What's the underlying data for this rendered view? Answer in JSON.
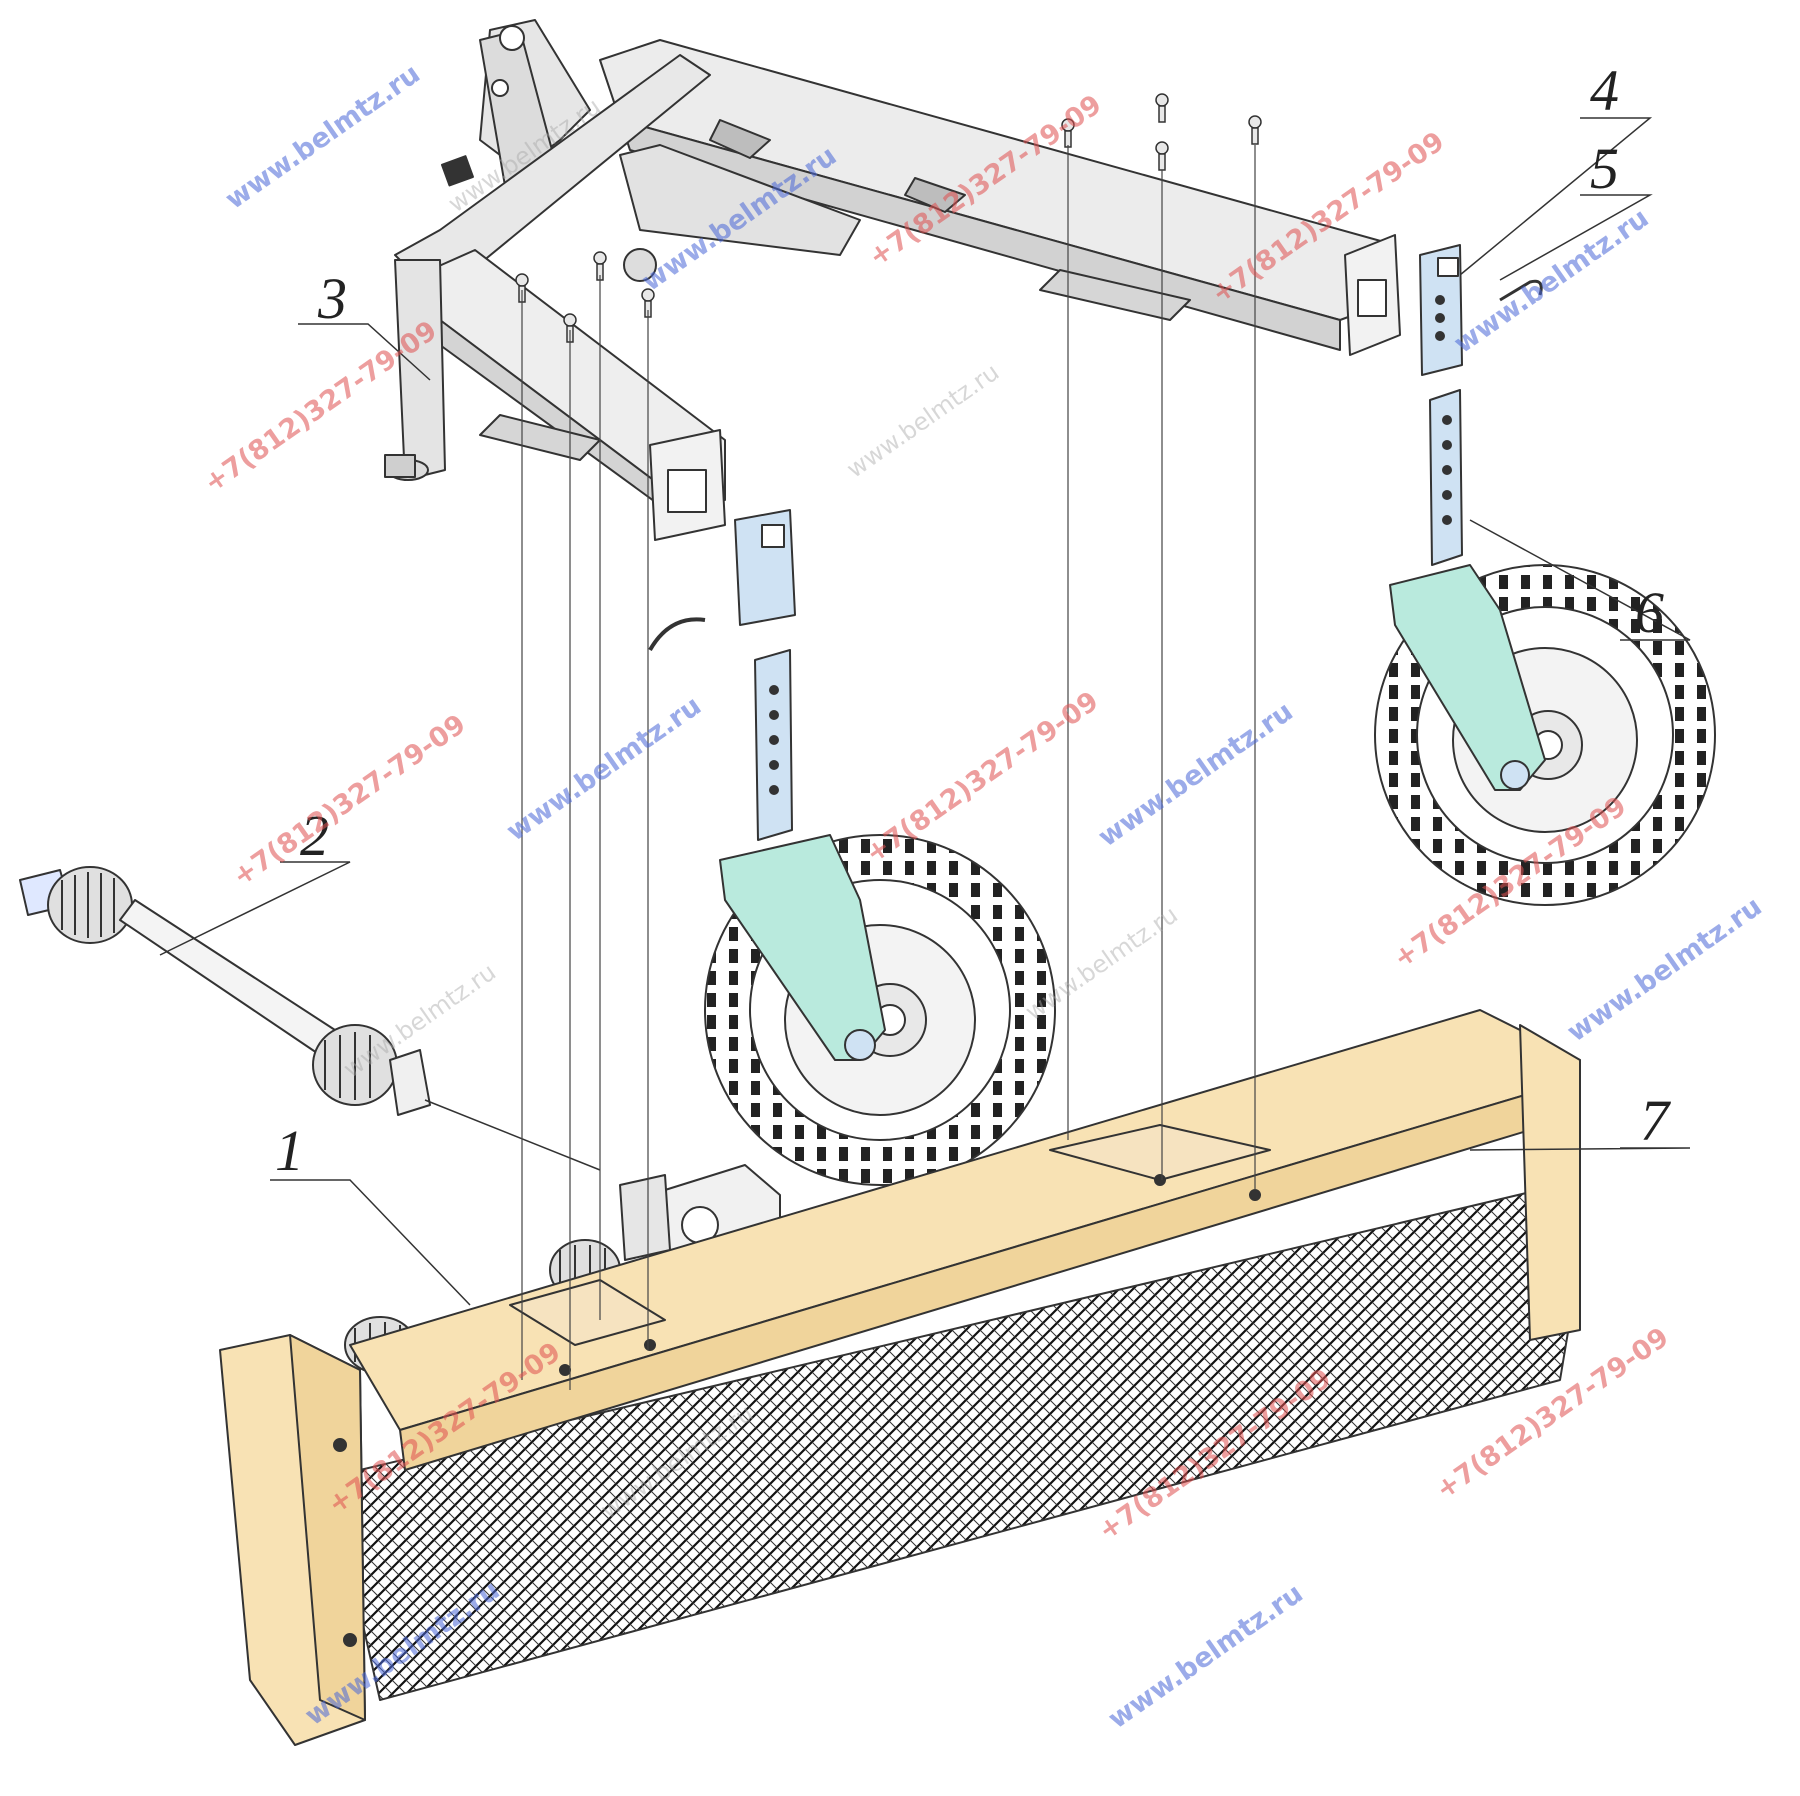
{
  "diagram": {
    "parts": [
      {
        "callout": "1",
        "part": "gearbox-and-drive-shaft-assembly"
      },
      {
        "callout": "2",
        "part": "pto-cardan-shaft"
      },
      {
        "callout": "3",
        "part": "main-frame"
      },
      {
        "callout": "4",
        "part": "wheel-mount-bracket"
      },
      {
        "callout": "5",
        "part": "retaining-pin"
      },
      {
        "callout": "6",
        "part": "support-wheel"
      },
      {
        "callout": "7",
        "part": "brush-housing"
      }
    ],
    "watermarks": {
      "phone": "+7(812)327-79-09",
      "site": "www.belmtz.ru"
    },
    "colors": {
      "frame": "#e6e6e6",
      "brush_housing": "#f8e2b4",
      "wheel_fork": "#b9eadd",
      "bracket": "#cfe2f3",
      "watermark_phone": "#e05050",
      "watermark_site": "#4a68d8"
    }
  }
}
